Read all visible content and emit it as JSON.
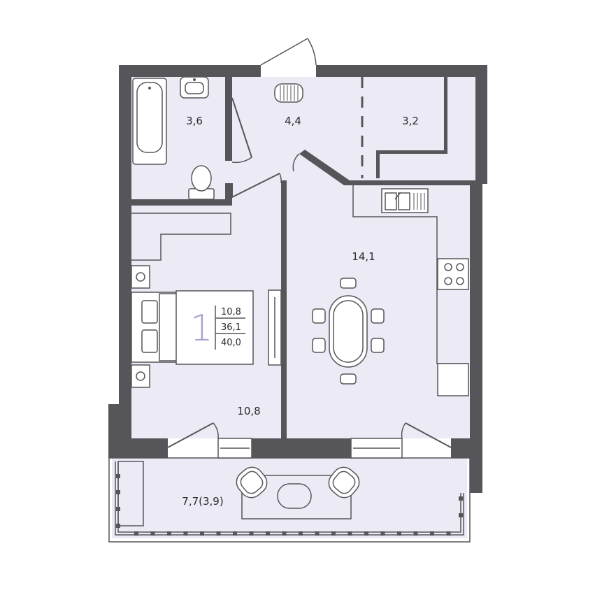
{
  "rooms": {
    "bathroom_area": "3,6",
    "hallway_area": "4,4",
    "storage_area": "3,2",
    "living_kitchen_area": "14,1",
    "bedroom_area": "10,8",
    "balcony_area": "7,7(3,9)"
  },
  "summary": {
    "room_count": "1",
    "living_area": "10,8",
    "total_area_no_balcony": "36,1",
    "total_area": "40,0"
  },
  "colors": {
    "wall": "#56565a",
    "floor": "#ebeaf5",
    "accent": "#a9a4cc"
  }
}
